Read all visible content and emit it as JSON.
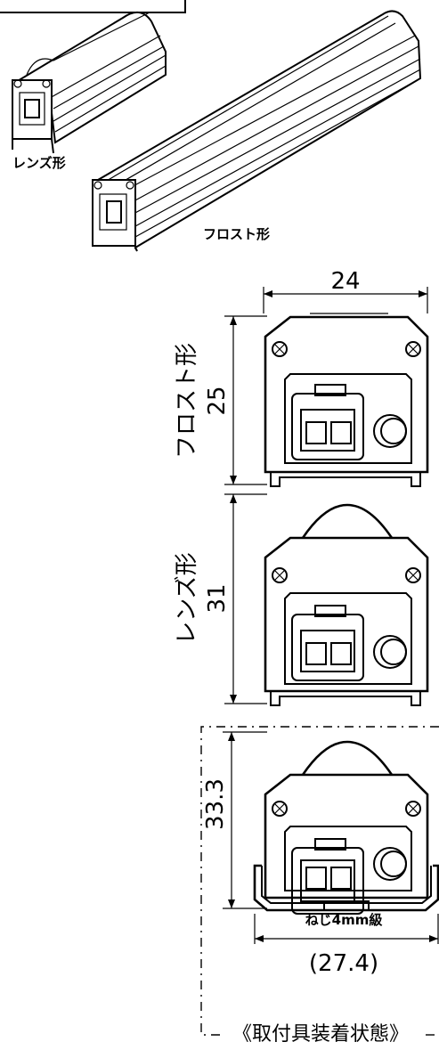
{
  "labels": {
    "lens_type": "レンズ形",
    "frost_type": "フロスト形",
    "frost_vertical": "フロスト形",
    "lens_vertical": "レンズ形",
    "screw_note": "ねじ4mm級",
    "mounted_state": "《取付具装着状態》"
  },
  "dimensions": {
    "width": "24",
    "frost_height": "25",
    "lens_height": "31",
    "mounted_height": "33.3",
    "mounted_width": "(27.4)"
  }
}
